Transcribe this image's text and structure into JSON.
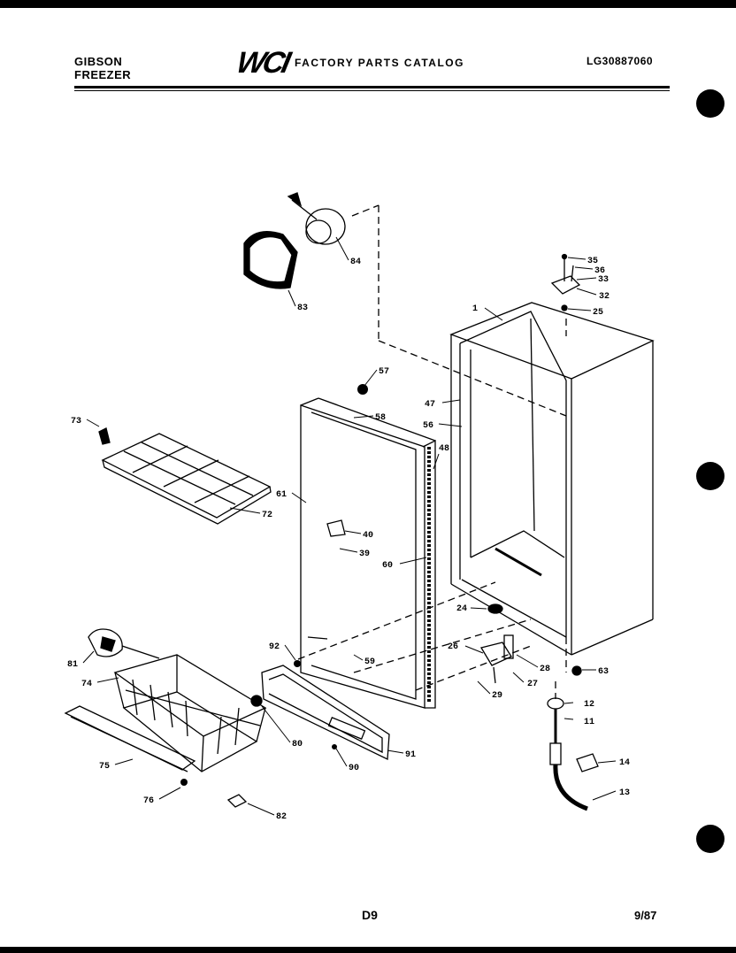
{
  "header": {
    "brand_line1": "GIBSON",
    "brand_line2": "FREEZER",
    "logo": "WCI",
    "catalog_title": "FACTORY PARTS CATALOG",
    "catalog_number": "LG30887060"
  },
  "footer": {
    "page_code": "D9",
    "date": "9/87"
  },
  "parts": {
    "p1": "1",
    "p11": "11",
    "p12": "12",
    "p13": "13",
    "p14": "14",
    "p24": "24",
    "p25": "25",
    "p26": "26",
    "p27": "27",
    "p28": "28",
    "p29": "29",
    "p32": "32",
    "p33": "33",
    "p35": "35",
    "p36": "36",
    "p39": "39",
    "p40": "40",
    "p47": "47",
    "p48": "48",
    "p56": "56",
    "p57": "57",
    "p58": "58",
    "p59": "59",
    "p60": "60",
    "p61": "61",
    "p63": "63",
    "p72": "72",
    "p73": "73",
    "p74": "74",
    "p75": "75",
    "p76": "76",
    "p80": "80",
    "p81": "81",
    "p82": "82",
    "p83": "83",
    "p84": "84",
    "p90": "90",
    "p91": "91",
    "p92": "92"
  }
}
